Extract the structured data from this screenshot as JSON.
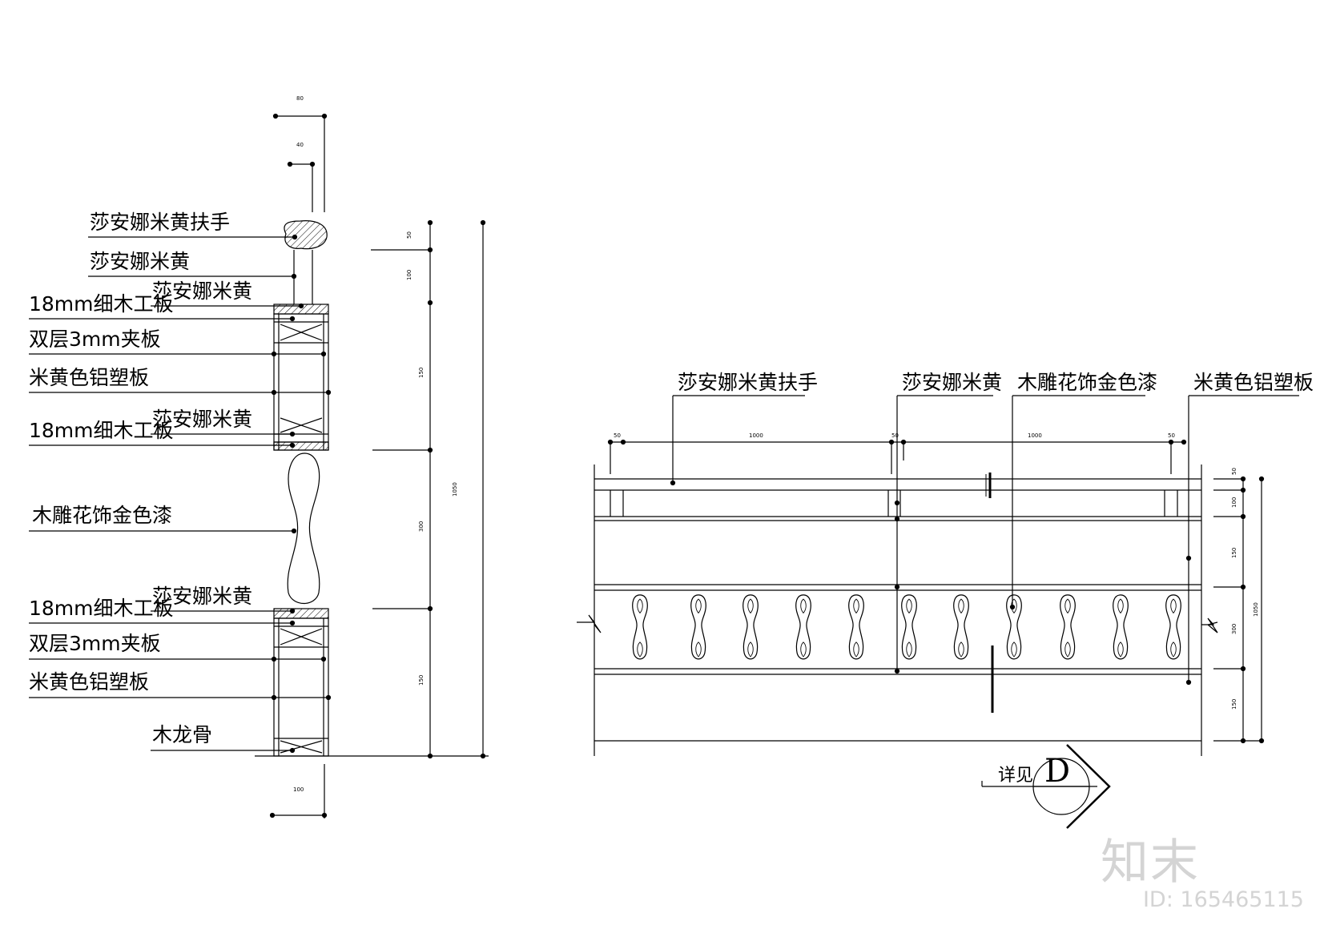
{
  "section_labels": {
    "handrail": "莎安娜米黄扶手",
    "marble": "莎安娜米黄",
    "blockboard_top": "18mm细木工板",
    "marble_cap_top": "莎安娜米黄",
    "plywood_top": "双层3mm夹板",
    "alu_panel_top": "米黄色铝塑板",
    "blockboard_mid": "18mm细木工板",
    "marble_cap_mid": "莎安娜米黄",
    "carving": "木雕花饰金色漆",
    "blockboard_low": "18mm细木工板",
    "marble_cap_low": "莎安娜米黄",
    "plywood_low": "双层3mm夹板",
    "alu_panel_low": "米黄色铝塑板",
    "wood_keel": "木龙骨"
  },
  "section_dims": {
    "top_80": "80",
    "top_40": "40",
    "h50": "50",
    "h100": "100",
    "h150_a": "150",
    "h300": "300",
    "h150_b": "150",
    "total": "1050",
    "bottom_100": "100"
  },
  "elevation_labels": {
    "handrail": "莎安娜米黄扶手",
    "marble": "莎安娜米黄",
    "carving": "木雕花饰金色漆",
    "alu_panel": "米黄色铝塑板"
  },
  "elevation_dims": {
    "top_50_a": "50",
    "top_1000_a": "1000",
    "top_50_b": "50",
    "top_1000_b": "1000",
    "top_50_c": "50",
    "r50": "50",
    "r100": "100",
    "r150_a": "150",
    "r300": "300",
    "r150_b": "150",
    "r_total": "1050"
  },
  "detail_callout": {
    "prefix": "详见",
    "letter": "D"
  },
  "watermark": {
    "logo": "知末",
    "id": "ID: 165465115"
  }
}
